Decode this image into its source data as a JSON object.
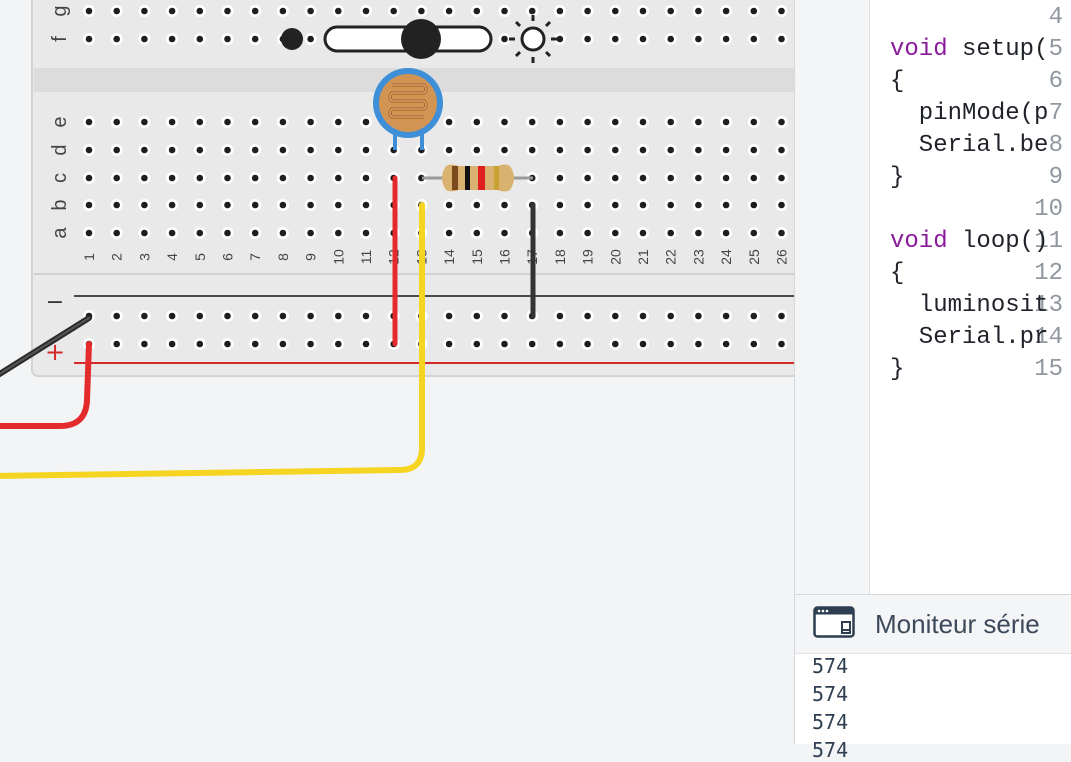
{
  "breadboard": {
    "row_labels_top": [
      "g",
      "f"
    ],
    "row_labels_bottom": [
      "e",
      "d",
      "c",
      "b",
      "a"
    ],
    "column_numbers": [
      "1",
      "2",
      "3",
      "4",
      "5",
      "6",
      "7",
      "8",
      "9",
      "10",
      "11",
      "12",
      "13",
      "14",
      "15",
      "16",
      "17",
      "18",
      "19",
      "20",
      "21",
      "22",
      "23",
      "24",
      "25",
      "26"
    ],
    "rail_minus_label": "−",
    "rail_plus_label": "+"
  },
  "colors": {
    "wire_red": "#e42b2b",
    "wire_yellow": "#f5d422",
    "wire_black": "#333333",
    "photoresistor_ring": "#3e8fd8",
    "photoresistor_body": "#d19453",
    "resistor_body": "#d9b26f",
    "keyword": "#8a1a9b"
  },
  "code": {
    "lines": [
      {
        "num": "4",
        "kw": "",
        "text": ""
      },
      {
        "num": "5",
        "kw": "void",
        "text": " setup("
      },
      {
        "num": "6",
        "kw": "",
        "text": "{"
      },
      {
        "num": "7",
        "kw": "",
        "text": "  pinMode(p"
      },
      {
        "num": "8",
        "kw": "",
        "text": "  Serial.be"
      },
      {
        "num": "9",
        "kw": "",
        "text": "}"
      },
      {
        "num": "10",
        "kw": "",
        "text": ""
      },
      {
        "num": "11",
        "kw": "void",
        "text": " loop()"
      },
      {
        "num": "12",
        "kw": "",
        "text": "{"
      },
      {
        "num": "13",
        "kw": "",
        "text": "  luminosit"
      },
      {
        "num": "14",
        "kw": "",
        "text": "  Serial.pr"
      },
      {
        "num": "15",
        "kw": "",
        "text": "}"
      }
    ]
  },
  "serial_monitor": {
    "title": "Moniteur série",
    "icon": "serial-monitor-icon",
    "output": [
      "574",
      "574",
      "574",
      "574"
    ]
  }
}
